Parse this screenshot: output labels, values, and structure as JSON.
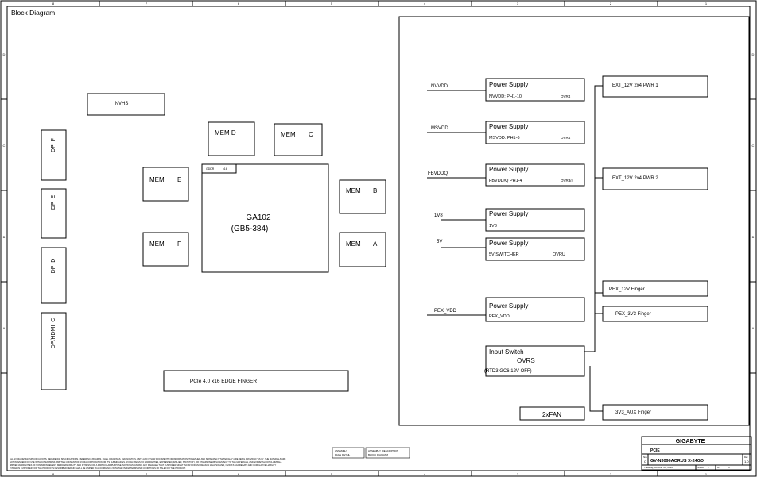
{
  "sheet": {
    "title": "Block Diagram",
    "border_cols": [
      "8",
      "7",
      "6",
      "5",
      "4",
      "3",
      "2",
      "1"
    ],
    "border_rows": [
      "D",
      "C",
      "B",
      "A"
    ]
  },
  "left": {
    "nvhs": "NVHS",
    "dp_f": "DP_F",
    "dp_e": "DP_E",
    "dp_d": "DP_D",
    "dp_hdmi_c": "DP/HDMI_C",
    "mem_d": "MEM D",
    "mem_c_name": "MEM",
    "mem_c_letter": "C",
    "mem_e_name": "MEM",
    "mem_e_letter": "E",
    "mem_f_name": "MEM",
    "mem_f_letter": "F",
    "mem_b_name": "MEM",
    "mem_b_letter": "B",
    "mem_a_name": "MEM",
    "mem_a_letter": "A",
    "gpu_line1": "GA102",
    "gpu_line2": "(GB5-384)",
    "gpu_tag1": "GDDR",
    "gpu_tag2": "x16",
    "pcie_finger": "PCIe 4.0 x16 EDGE FINGER"
  },
  "power": {
    "rails": [
      {
        "net": "NVVDD",
        "title": "Power Supply",
        "desc": "NVVDD: PH1-10",
        "tag": "OVR4"
      },
      {
        "net": "MSVDD",
        "title": "Power Supply",
        "desc": "MSVDD: PH1-6",
        "tag": "OVR4"
      },
      {
        "net": "FBVDDQ",
        "title": "Power Supply",
        "desc": "FBVDD/Q PH1-4",
        "tag": "OVR3/4"
      },
      {
        "net": "1V8",
        "title": "Power Supply",
        "desc": "1V8",
        "tag": ""
      },
      {
        "net": "5V",
        "title": "Power Supply",
        "desc": "5V SWITCHER",
        "tag": "OVRU"
      },
      {
        "net": "PEX_VDD",
        "title": "Power Supply",
        "desc": "PEX_VDD",
        "tag": ""
      }
    ],
    "input_switch": {
      "title": "Input Switch",
      "name": "OVRS",
      "desc": "(RTD3 GC6 12V-OFF)"
    },
    "fan": "2xFAN",
    "ext_pwr_1": "EXT_12V 2x4 PWR 1",
    "ext_pwr_2": "EXT_12V 2x4 PWR 2",
    "pex_12v": "PEX_12V Finger",
    "pex_3v3": "PEX_3V3 Finger",
    "aux_3v3": "3V3_AUX Finger"
  },
  "titleblock": {
    "company": "GIGABYTE",
    "section": "PCIE",
    "model": "GV-N3090AORUS X-24GD",
    "date": "Tuesday, October 06, 2020",
    "size_label": "Size",
    "size": "C",
    "rev_label": "Rev",
    "rev": "1.0",
    "sheet_label": "Sheet",
    "sheet_no": "2",
    "of_label": "of",
    "sheet_total": "97",
    "assembly_label": "ASSEMBLY",
    "assembly_value": "PAGE DETAIL",
    "desc_label": "ASSEMBLY_DESCRIPTION",
    "desc_value": "BLOCK DIAGRAM"
  },
  "legal": {
    "line1": "ALL NVIDIA DESIGN SPECIFICATIONS, REFERENCE SPECIFICATIONS, REFERENCE BOARDS, FILES, DRAWINGS, DIAGNOSTICS, LISTS AND OTHER DOCUMENTS OR INFORMATION (TOGETHER AND SEPARATELY, \"MATERIALS\") ARE BEING PROVIDED \"AS IS\". THE MATERIALS ARE",
    "line2": "NOT INTENDED FOR USE WITHOUT EXPRESS WRITTEN CONSENT OF NVIDIA CORPORATION OR ITS SUBSIDIARIES. NVIDIA MAKES NO WARRANTIES, EXPRESSED, IMPLIED, STATUTORY, OR OTHERWISE WITH RESPECT TO THE MATERIALS, AND EXPRESSLY DISCLAIMS ALL",
    "line3": "IMPLIED WARRANTIES OF NONINFRINGEMENT, MERCHANTABILITY AND FITNESS FOR A PARTICULAR PURPOSE. NOTWITHSTANDING ANY DAMAGES THAT CUSTOMER MIGHT INCUR FOR ANY REASON WHATSOEVER, NVIDIA'S AGGREGATE AND CUMULATIVE LIABILITY",
    "line4": "TOWARDS CUSTOMER FOR THE PRODUCTS DESCRIBED HEREIN SHALL BE LIMITED IN ACCORDANCE WITH THE NVIDIA TERMS AND CONDITIONS OF SALE FOR THE PRODUCT."
  }
}
